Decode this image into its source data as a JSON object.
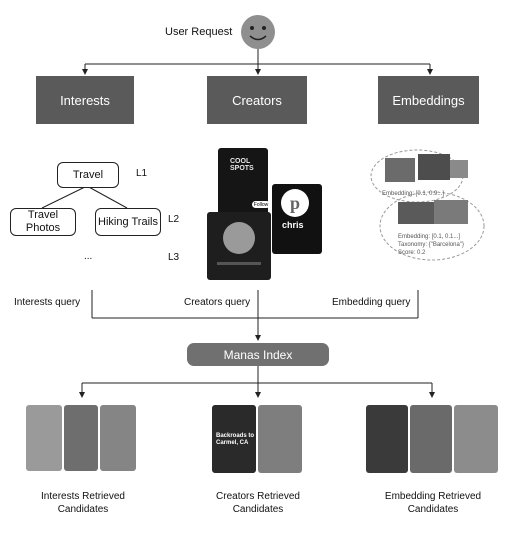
{
  "top": {
    "user_request": "User Request"
  },
  "sources": {
    "interests": "Interests",
    "creators": "Creators",
    "embeddings": "Embeddings"
  },
  "taxonomy": {
    "root": "Travel",
    "child_left": "Travel Photos",
    "child_right": "Hiking Trails",
    "ellipsis": "...",
    "levels": [
      "L1",
      "L2",
      "L3"
    ]
  },
  "creators_panel": {
    "top_card_text": "COOL SPOTS",
    "profile_name": "chris",
    "follow_label": "Follow"
  },
  "embeddings_panel": {
    "embedding_1": "Embedding: [0.1, 0.9...]",
    "embedding_2": "Embedding: [0.1, 0.1...]",
    "taxonomy": "Taxonomy: {\"Barcelona\"}",
    "score": "Score: 0.2"
  },
  "queries": {
    "interests": "Interests query",
    "creators": "Creators query",
    "embedding": "Embedding query"
  },
  "index": {
    "label": "Manas Index"
  },
  "results": {
    "interests": "Interests Retrieved Candidates",
    "creators": "Creators Retrieved Candidates",
    "embedding": "Embedding Retrieved Candidates",
    "creators_card_text": "Backroads to Carmel, CA"
  },
  "colors": {
    "box": "#5a5a5a",
    "index_box": "#707070",
    "line": "#222222",
    "face": "#8f8f8f"
  }
}
